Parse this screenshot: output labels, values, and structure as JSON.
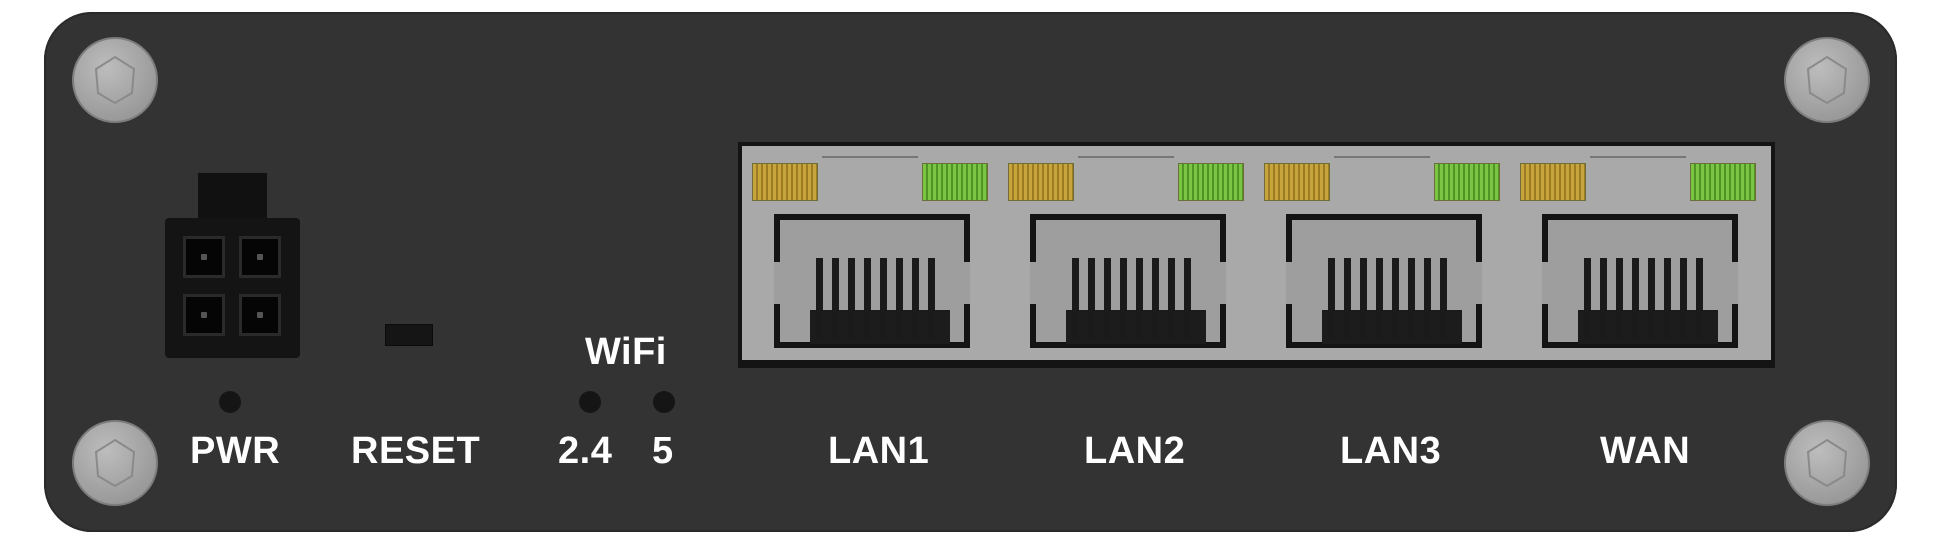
{
  "device": {
    "panel_color": "#333333",
    "labels": {
      "pwr": "PWR",
      "reset": "RESET",
      "wifi": "WiFi",
      "wifi_24": "2.4",
      "wifi_5": "5"
    },
    "ports": [
      {
        "label": "LAN1"
      },
      {
        "label": "LAN2"
      },
      {
        "label": "LAN3"
      },
      {
        "label": "WAN"
      }
    ],
    "led_colors": {
      "amber": "#c8a43c",
      "green": "#7cc444"
    },
    "icons": [
      "screw-icon",
      "power-connector-icon",
      "ethernet-port-icon"
    ]
  }
}
